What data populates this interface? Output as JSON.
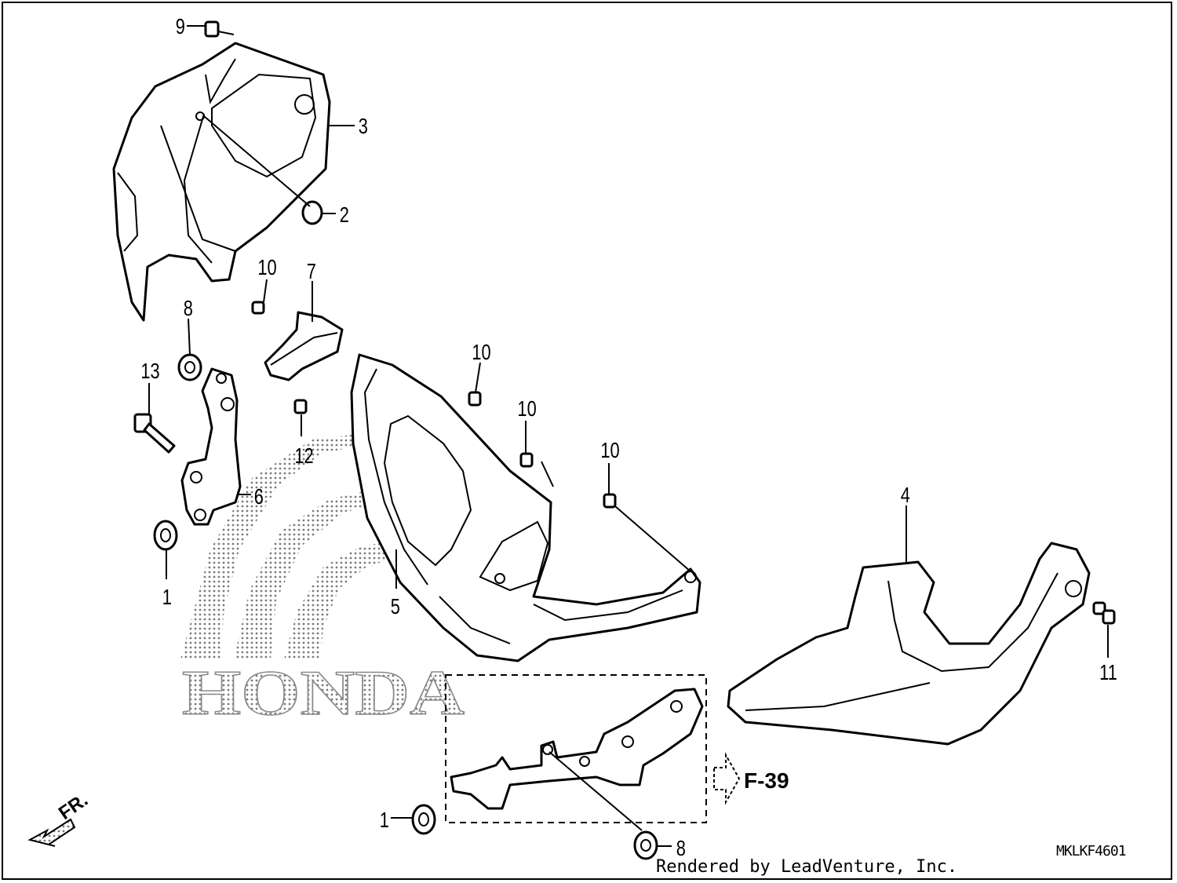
{
  "callouts": {
    "c1a": "1",
    "c1b": "1",
    "c2": "2",
    "c3": "3",
    "c4": "4",
    "c5": "5",
    "c6": "6",
    "c7": "7",
    "c8a": "8",
    "c8b": "8",
    "c9": "9",
    "c10a": "10",
    "c10b": "10",
    "c10c": "10",
    "c10d": "10",
    "c11": "11",
    "c12": "12",
    "c13": "13"
  },
  "reference": {
    "arrow_label": "F-39"
  },
  "front_indicator": "FR.",
  "watermark": "HONDA",
  "diagram_code": "MKLKF4601",
  "footer": "Rendered by LeadVenture, Inc."
}
